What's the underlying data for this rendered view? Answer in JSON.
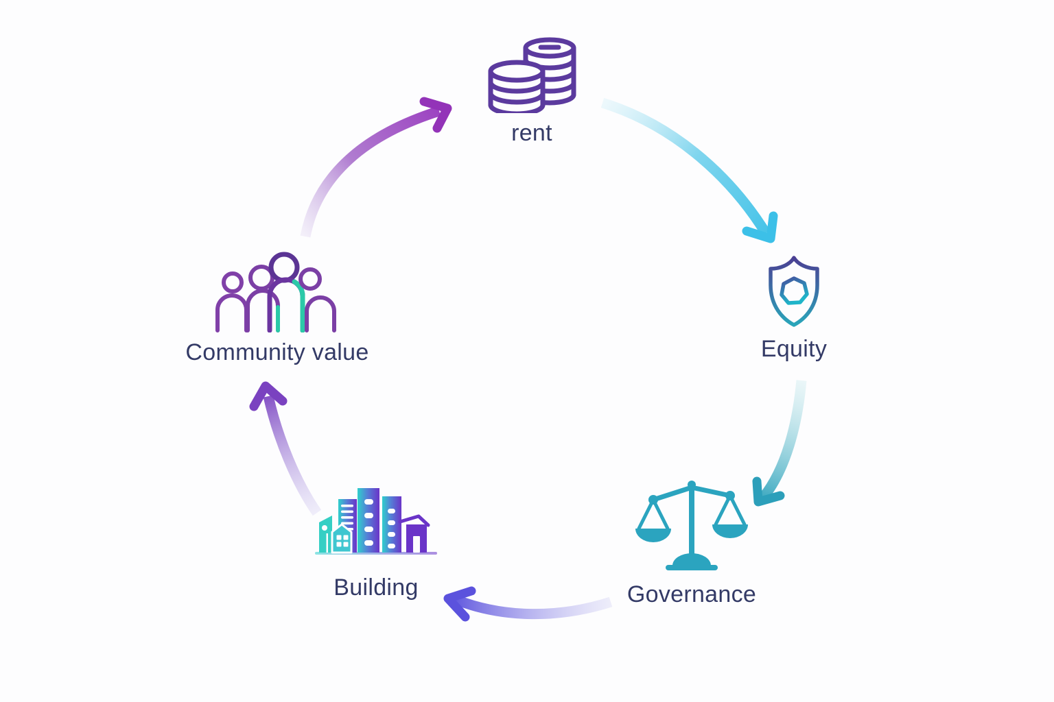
{
  "diagram": {
    "type": "cycle",
    "nodes": [
      {
        "label": "rent",
        "icon": "coins-icon"
      },
      {
        "label": "Equity",
        "icon": "shield-icon"
      },
      {
        "label": "Governance",
        "icon": "scales-icon"
      },
      {
        "label": "Building",
        "icon": "buildings-icon"
      },
      {
        "label": "Community value",
        "icon": "people-icon"
      }
    ],
    "arrows": [
      {
        "from": "rent",
        "to": "Equity"
      },
      {
        "from": "Equity",
        "to": "Governance"
      },
      {
        "from": "Governance",
        "to": "Building"
      },
      {
        "from": "Building",
        "to": "Community value"
      },
      {
        "from": "Community value",
        "to": "rent"
      }
    ]
  },
  "colors": {
    "bg": "#fdfdfe",
    "text": "#333a66",
    "coin-purple": "#5b3a9e",
    "shield-purple": "#4b3f93",
    "shield-teal": "#2aa6ba",
    "scales-teal": "#2ba4bf",
    "building-teal": "#2ed0cc",
    "building-purple": "#6a34c8",
    "people-purple": "#7b3fa5",
    "people-dark-purple": "#5b3494",
    "people-teal": "#2bc9a8",
    "arrow-magenta": "#9b3fc0",
    "arrow-cyan": "#45c3e8",
    "arrow-teal": "#2fa3bc",
    "arrow-indigo": "#5b52dd",
    "arrow-violet": "#7a42c0"
  }
}
